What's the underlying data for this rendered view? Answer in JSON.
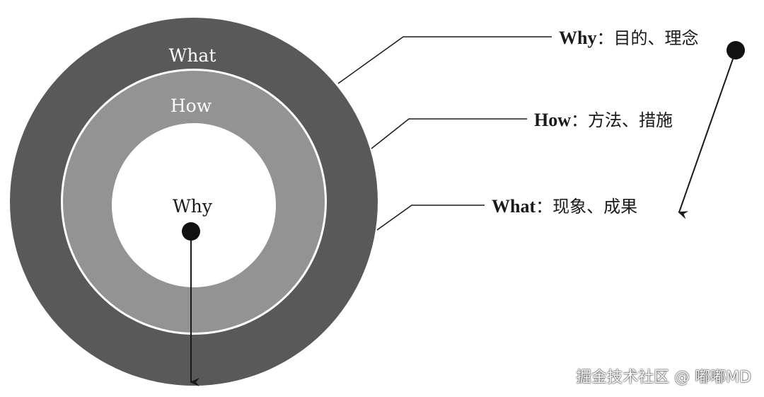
{
  "diagram": {
    "title": "",
    "rings": {
      "outer": {
        "label": "What",
        "color": "#595959"
      },
      "middle": {
        "label": "How",
        "color": "#939393"
      },
      "inner": {
        "label": "Why",
        "color": "#ffffff"
      }
    },
    "callouts": [
      {
        "term": "Why",
        "desc": "：目的、理念"
      },
      {
        "term": "How",
        "desc": "：方法、措施"
      },
      {
        "term": "What",
        "desc": "：现象、成果"
      }
    ]
  },
  "watermark": "掘金技术社区 @ 嘟嘟MD"
}
